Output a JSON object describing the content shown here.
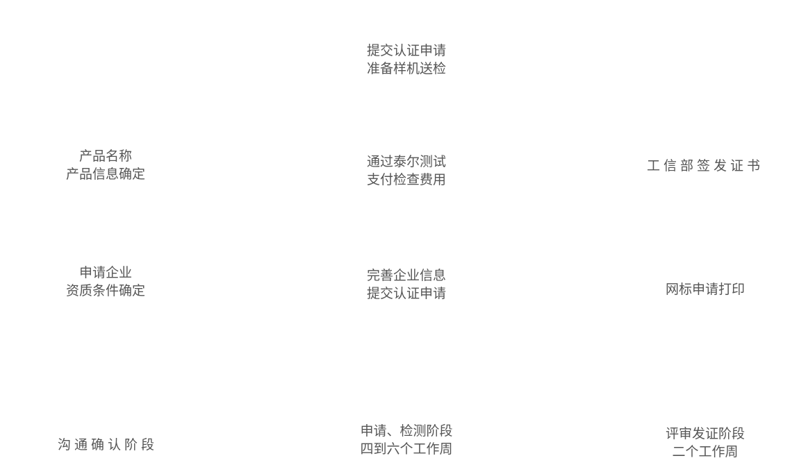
{
  "columns": [
    {
      "nodes": [
        {
          "lines": [
            "产品名称",
            "产品信息确定"
          ]
        },
        {
          "lines": [
            "申请企业",
            "资质条件确定"
          ]
        }
      ],
      "stage": {
        "lines": [
          "沟通确认阶段"
        ]
      }
    },
    {
      "nodes": [
        {
          "lines": [
            "提交认证申请",
            "准备样机送检"
          ]
        },
        {
          "lines": [
            "通过泰尔测试",
            "支付检查费用"
          ]
        },
        {
          "lines": [
            "完善企业信息",
            "提交认证申请"
          ]
        }
      ],
      "stage": {
        "lines": [
          "申请、检测阶段",
          "四到六个工作周"
        ]
      }
    },
    {
      "nodes": [
        {
          "lines": [
            "工信部签发证书"
          ]
        },
        {
          "lines": [
            "网标申请打印"
          ]
        }
      ],
      "stage": {
        "lines": [
          "评审发证阶段",
          "二个工作周"
        ]
      }
    }
  ]
}
